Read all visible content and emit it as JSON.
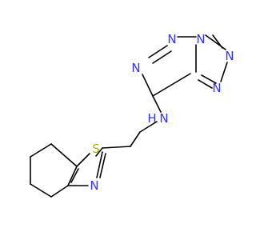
{
  "molecule": {
    "atom_labels": {
      "n_pyrazine_top": "N",
      "n_bridgehead": "N",
      "n_triazole_right": "N",
      "n_triazole_bottom": "N",
      "n_pyrazine_bottom": "N",
      "nh_amine": "N",
      "h_amine": "H",
      "s_thiazole": "S",
      "n_thiazole": "N"
    },
    "colors": {
      "bond": "#000000",
      "nitrogen": "#3333ff",
      "sulfur": "#b2b200"
    }
  }
}
